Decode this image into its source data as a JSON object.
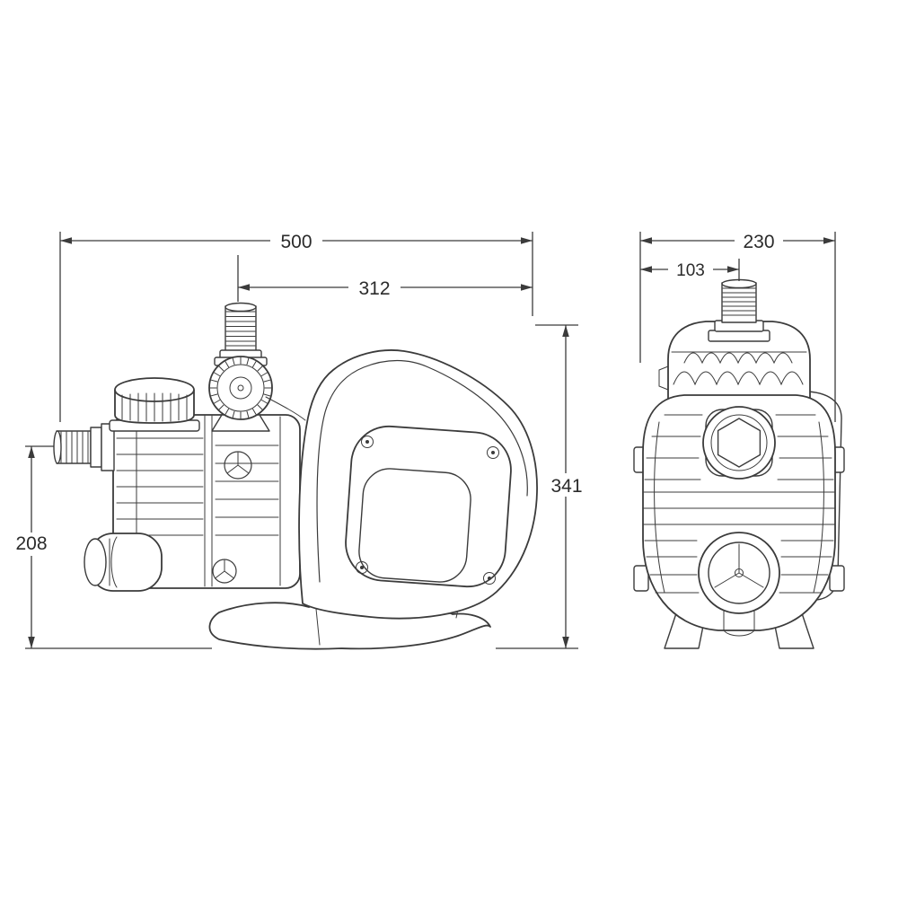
{
  "colors": {
    "background": "#ffffff",
    "line": "#3b3b3b",
    "text": "#2b2b2b"
  },
  "side_view": {
    "dimensions": {
      "overall_length": "500",
      "outlet_offset": "312",
      "overall_height": "341",
      "inlet_height": "208"
    }
  },
  "front_view": {
    "dimensions": {
      "overall_width": "230",
      "outlet_offset": "103"
    }
  }
}
